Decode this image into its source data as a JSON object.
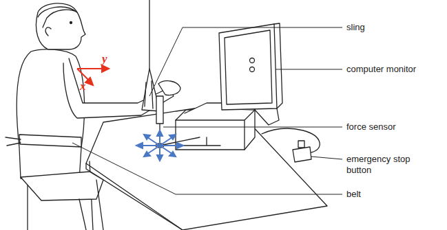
{
  "diagram": {
    "labels": [
      "sling",
      "computer monitor",
      "force sensor",
      "emergency stop button",
      "belt",
      "y",
      "x"
    ]
  }
}
